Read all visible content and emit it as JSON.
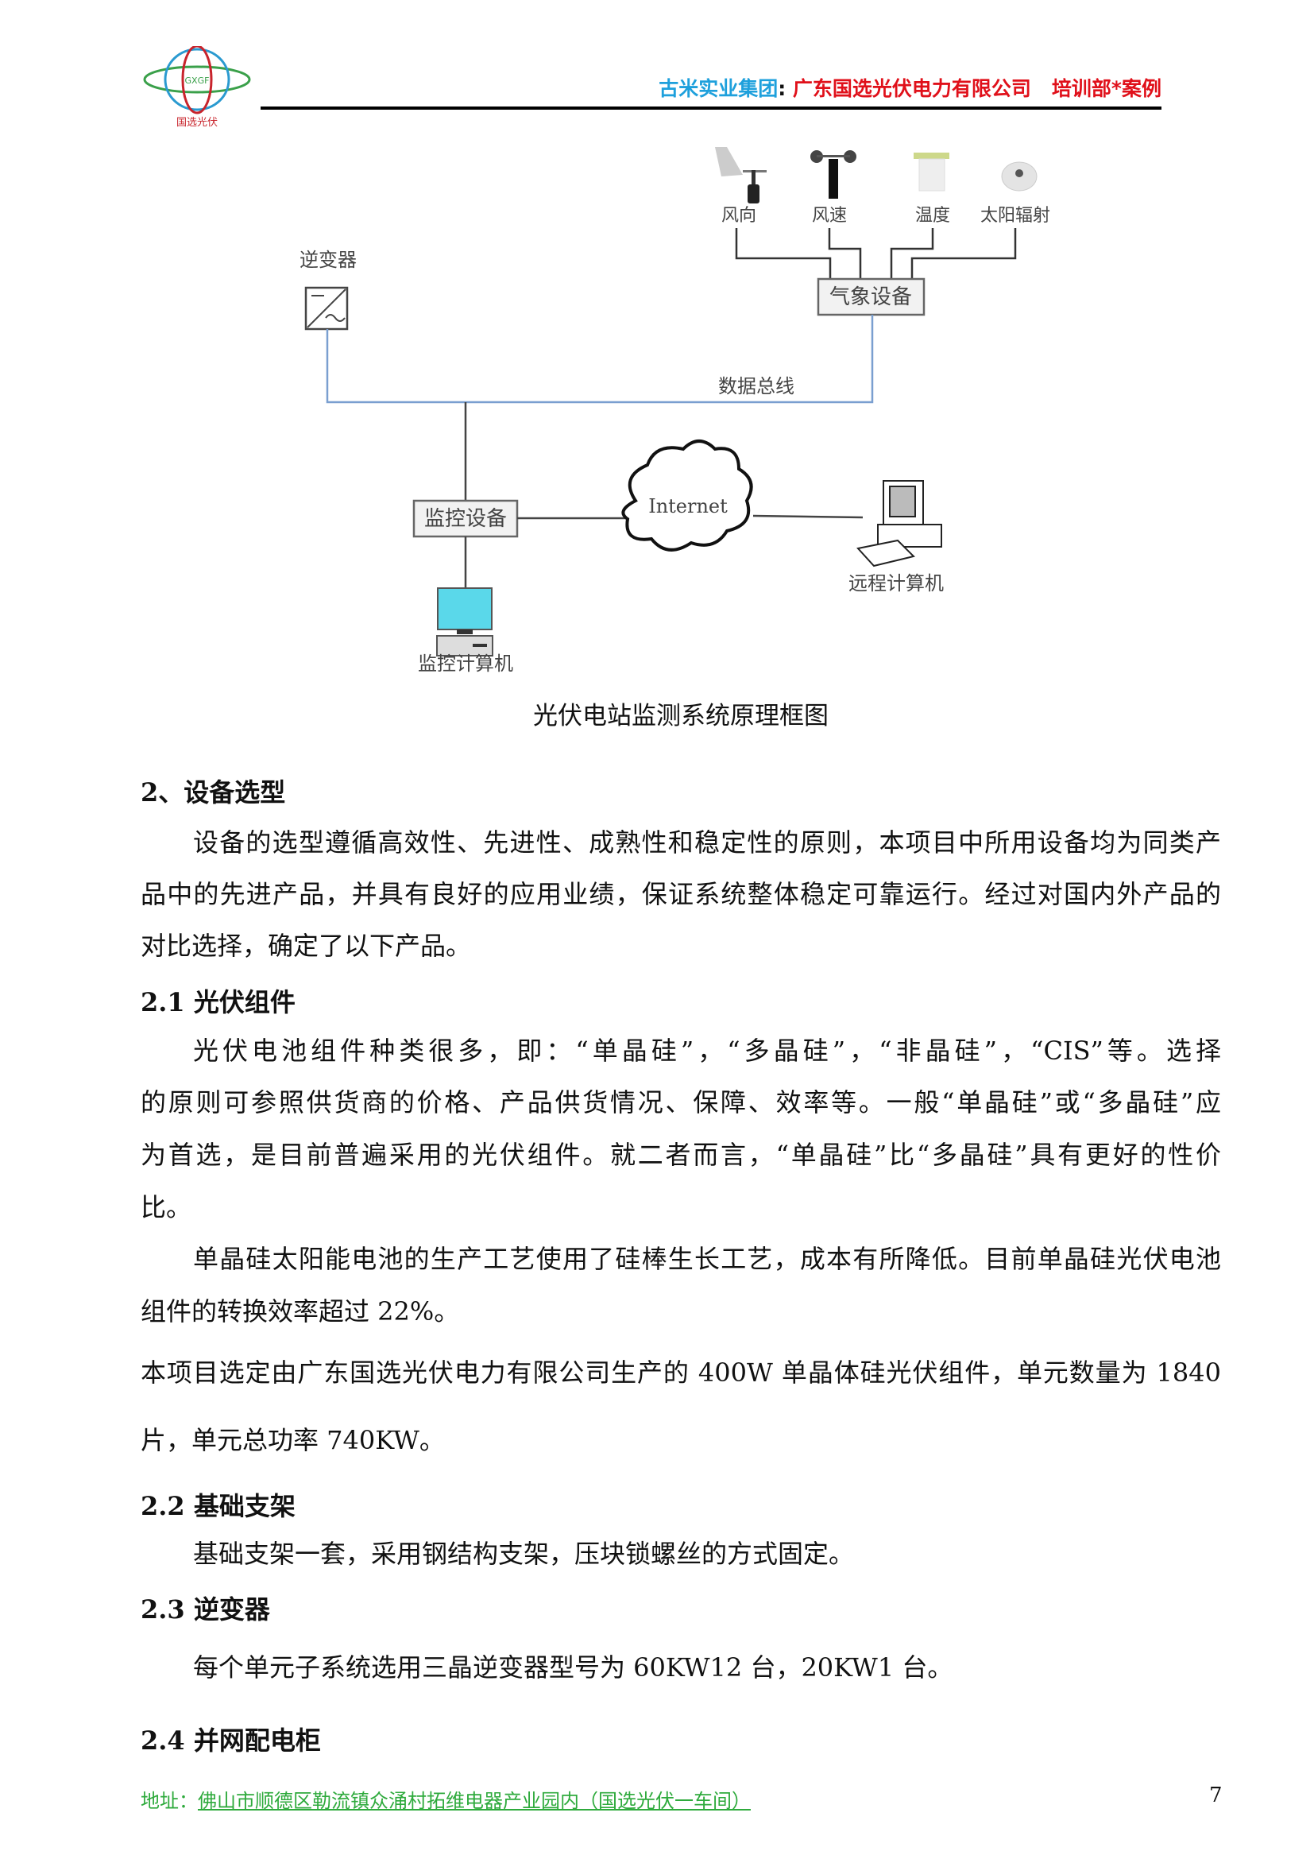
{
  "header": {
    "logo_text": "GXGF",
    "logo_caption": "国选光伏",
    "group": "古米实业集团",
    "sep": ":",
    "company": " 广东国选光伏电力有限公司",
    "dept": "培训部*案例",
    "colors": {
      "group": "#1ea0dc",
      "company": "#e0101a"
    }
  },
  "diagram": {
    "inverter": "逆变器",
    "sensors": [
      "风向",
      "风速",
      "温度",
      "太阳辐射"
    ],
    "weather_device": "气象设备",
    "bus": "数据总线",
    "monitor_device": "监控设备",
    "internet": "Internet",
    "remote_pc": "远程计算机",
    "monitor_pc": "监控计算机",
    "caption": "光伏电站监测系统原理框图"
  },
  "s2": {
    "heading": "2、设备选型",
    "lines": [
      "设备的选型遵循高效性、先进性、成熟性和稳定性的原则，本项目中所用设备均为同类产",
      "品中的先进产品，并具有良好的应用业绩，保证系统整体稳定可靠运行。经过对国内外产品的",
      "对比选择，确定了以下产品。"
    ]
  },
  "s21": {
    "heading": "2.1 光伏组件",
    "p1": [
      "光伏电池组件种类很多，即：“单晶硅”，“多晶硅”，“非晶硅”，“CIS”等。选择",
      "的原则可参照供货商的价格、产品供货情况、保障、效率等。一般“单晶硅”或“多晶硅”应",
      "为首选，是目前普遍采用的光伏组件。就二者而言，“单晶硅”比“多晶硅”具有更好的性价",
      "比。"
    ],
    "p2": [
      "单晶硅太阳能电池的生产工艺使用了硅棒生长工艺，成本有所降低。目前单晶硅光伏电池",
      "组件的转换效率超过 22%。"
    ],
    "p3": [
      "本项目选定由广东国选光伏电力有限公司生产的 400W 单晶体硅光伏组件，单元数量为 1840",
      "片，单元总功率 740KW。"
    ]
  },
  "s22": {
    "heading": "2.2 基础支架",
    "text": "基础支架一套，采用钢结构支架，压块锁螺丝的方式固定。"
  },
  "s23": {
    "heading": "2.3 逆变器",
    "text": "每个单元子系统选用三晶逆变器型号为 60KW12 台，20KW1 台。"
  },
  "s24": {
    "heading": "2.4 并网配电柜"
  },
  "footer": {
    "label": "地址：",
    "address": "佛山市顺德区勒流镇众涌村拓维电器产业园内（国选光伏一车间）",
    "page": "7"
  }
}
